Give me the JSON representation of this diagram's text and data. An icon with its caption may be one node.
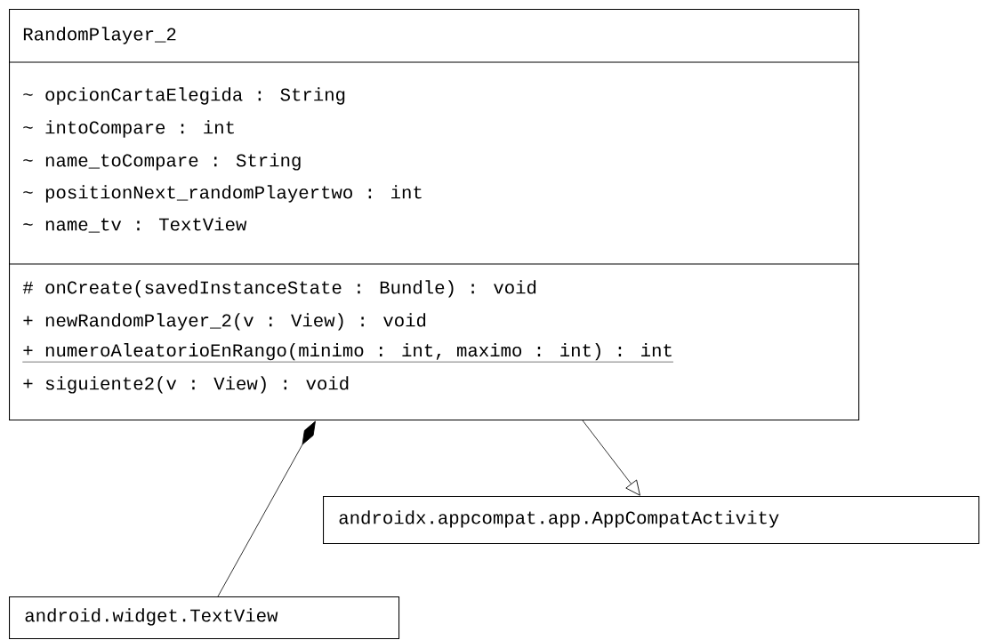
{
  "diagram": {
    "nodes": [
      {
        "text": [
          "RandomPlayer_2",
          "~ opcionCartaElegida : String",
          "~ intoCompare : int",
          "~ name_toCompare : String",
          "~ positionNext_randomPlayertwo : int",
          "~ name_tv : TextView",
          "# onCreate(savedInstanceState : Bundle) : void",
          "+ newRandomPlayer_2(v : View) : void",
          "+ numeroAleatorioEnRango(minimo : int, maximo : int) : int",
          "+ siguiente2(v : View) : void"
        ]
      },
      {
        "text": [
          "androidx.appcompat.app.AppCompatActivity"
        ]
      },
      {
        "text": [
          "android.widget.TextView"
        ]
      }
    ],
    "edges": [
      {
        "from": 2,
        "to": 0,
        "arrow": "other"
      },
      {
        "from": 0,
        "to": 1,
        "arrow": "to"
      }
    ]
  }
}
